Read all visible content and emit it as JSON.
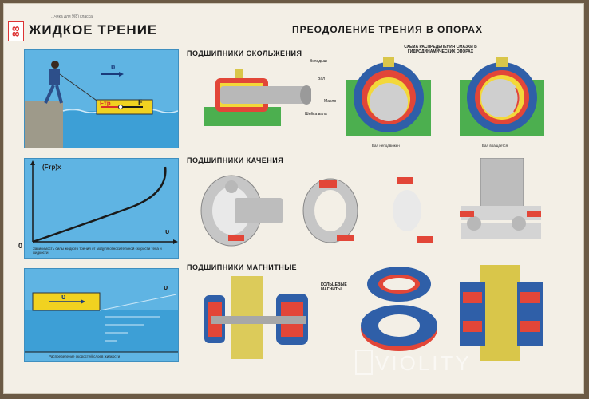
{
  "badge": "88",
  "left_title": "ЖИДКОЕ ТРЕНИЕ",
  "subnote": "...чика для 9(8) класса",
  "right_title": "ПРЕОДОЛЕНИЕ ТРЕНИЯ В ОПОРАХ",
  "panel1": {
    "velocity": "υ",
    "force_label": "Fтр",
    "force_vec": "F"
  },
  "panel2": {
    "y_axis": "(Fтр)x",
    "x_axis": "υ",
    "origin": "0",
    "caption": "Зависимость силы жидкого трения от модуля относительной скорости тела и жидкости"
  },
  "panel3": {
    "velocity": "υ",
    "velocity_right": "υ",
    "caption": "Распределение скоростей слоев жидкости"
  },
  "sliding": {
    "title": "ПОДШИПНИКИ СКОЛЬЖЕНИЯ",
    "labels": [
      "Вкладыш",
      "Вал",
      "Масло",
      "Шейка вала"
    ],
    "scheme_title": "СХЕМА РАСПРЕДЕЛЕНИЯ СМАЗКИ В ГИДРОДИНАМИЧЕСКИХ ОПОРАХ",
    "cap_still": "Вал неподвижен",
    "cap_rotating": "Вал вращается"
  },
  "rolling": {
    "title": "ПОДШИПНИКИ КАЧЕНИЯ"
  },
  "magnetic": {
    "title": "ПОДШИПНИКИ МАГНИТНЫЕ",
    "ring_label": "КОЛЬЦЕВЫЕ МАГНИТЫ"
  },
  "watermark": "VIOLITY"
}
